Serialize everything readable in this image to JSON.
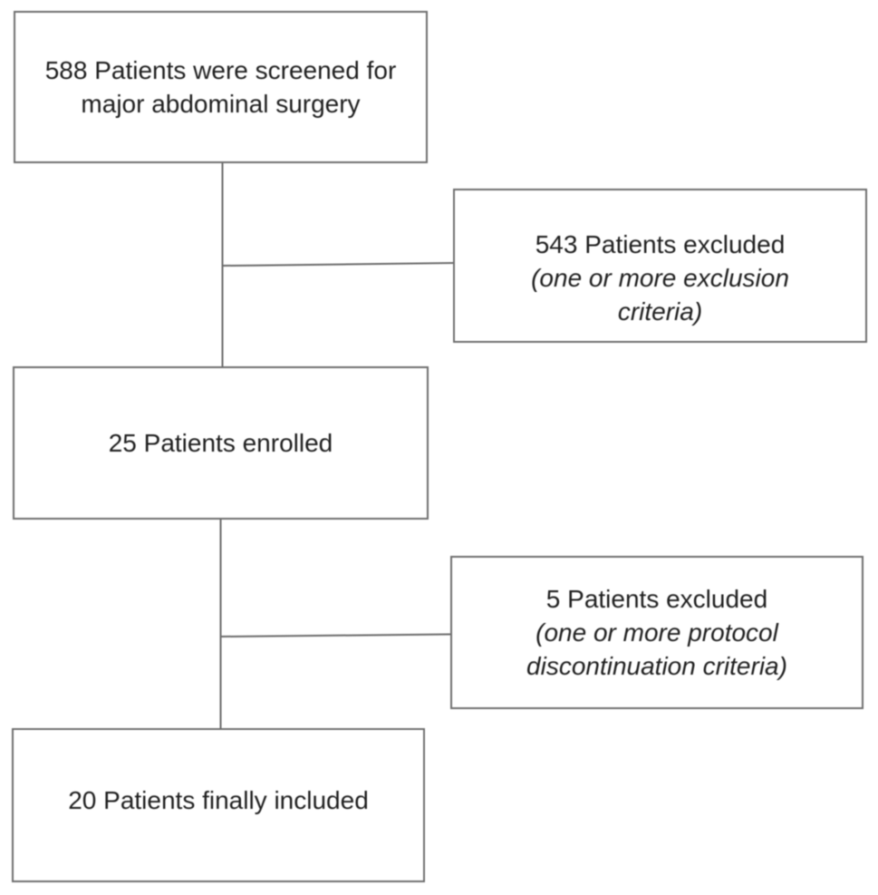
{
  "diagram": {
    "type": "patient-flow-diagram",
    "boxes": {
      "screened": {
        "label": "588 Patients were screened for major abdominal surgery"
      },
      "excluded_screening": {
        "label": "543 Patients excluded",
        "note": "(one or more exclusion criteria)"
      },
      "enrolled": {
        "label": "25 Patients enrolled"
      },
      "excluded_protocol": {
        "label": "5 Patients excluded",
        "note": "(one or more protocol discontinuation criteria)"
      },
      "included": {
        "label": "20 Patients finally included"
      }
    },
    "colors": {
      "background": "#ffffff",
      "border": "#6e6e6e",
      "line": "#6a6a6a",
      "text": "#1f1f1f"
    }
  }
}
